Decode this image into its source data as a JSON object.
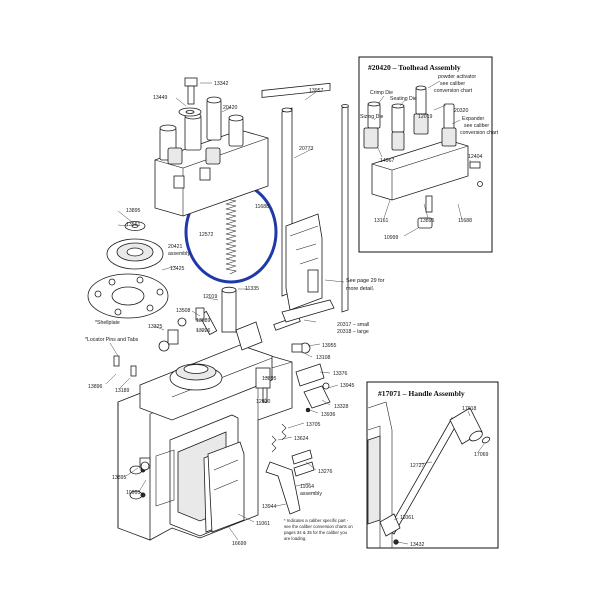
{
  "callout_circle_color": "#1f3aa8",
  "toolhead_inset": {
    "title": "#20420 – Toolhead Assembly",
    "labels": {
      "powder_activator": "powder activator",
      "see_caliber_1": "see caliber",
      "conversion_chart_1": "conversion chart",
      "crimp_die": "Crimp Die",
      "seating_die": "Seating Die",
      "sizing_die": "Sizing Die",
      "expander": "Expander",
      "see_caliber_2": "see caliber",
      "conversion_chart_2": "conversion chart",
      "p20320": "20320",
      "p12019": "12019",
      "p14967": "14967",
      "p12404": "12404",
      "p13161": "13161",
      "p13896": "13896",
      "p11688": "11688",
      "p10999": "10999"
    }
  },
  "handle_inset": {
    "title": "#17071 – Handle Assembly",
    "labels": {
      "p17918": "17918",
      "p17069": "17069",
      "p12727": "12727",
      "p11061": "11061",
      "p13432": "13432"
    }
  },
  "main_labels": {
    "p13342": "13342",
    "p13449": "13449",
    "p20420": "20420",
    "p13957": "13957",
    "p20773": "20773",
    "p11688": "11688",
    "p12572": "12572",
    "p13895a": "13895",
    "p13561": "13561",
    "p20421": "20421",
    "assembly": "assembly",
    "p13425": "13425",
    "shellplate": "*Shellplate",
    "p11335": "11335",
    "p12019": "12019",
    "p13508": "13508",
    "p13089": "13089",
    "p13325": "13325",
    "p13226": "13226",
    "locator_pins": "*Locator Pins and Tabs",
    "p13896": "13896",
    "p13189": "13189",
    "p20317": "20317 – small",
    "p20318": "20318 – large",
    "p13955": "13955",
    "p13108": "13108",
    "p13376": "13376",
    "p13945": "13945",
    "p13328": "13328",
    "p13936": "13936",
    "p13895b": "13895",
    "p12930": "12930",
    "p13705": "13705",
    "p13624": "13624",
    "p13276": "13276",
    "p11064": "11064",
    "assembly2": "assembly",
    "p13944": "13944",
    "p11061": "11061",
    "p16699": "16699",
    "p13895c": "13895",
    "p10993": "10993",
    "see_page": "See page 29 for",
    "more_detail": "more detail.",
    "footnote_1": "* Indicates a caliber specific part -",
    "footnote_2": "see the caliber conversion charts on",
    "footnote_3": "pages 34 & 35 for the caliber you",
    "footnote_4": "are loading."
  }
}
